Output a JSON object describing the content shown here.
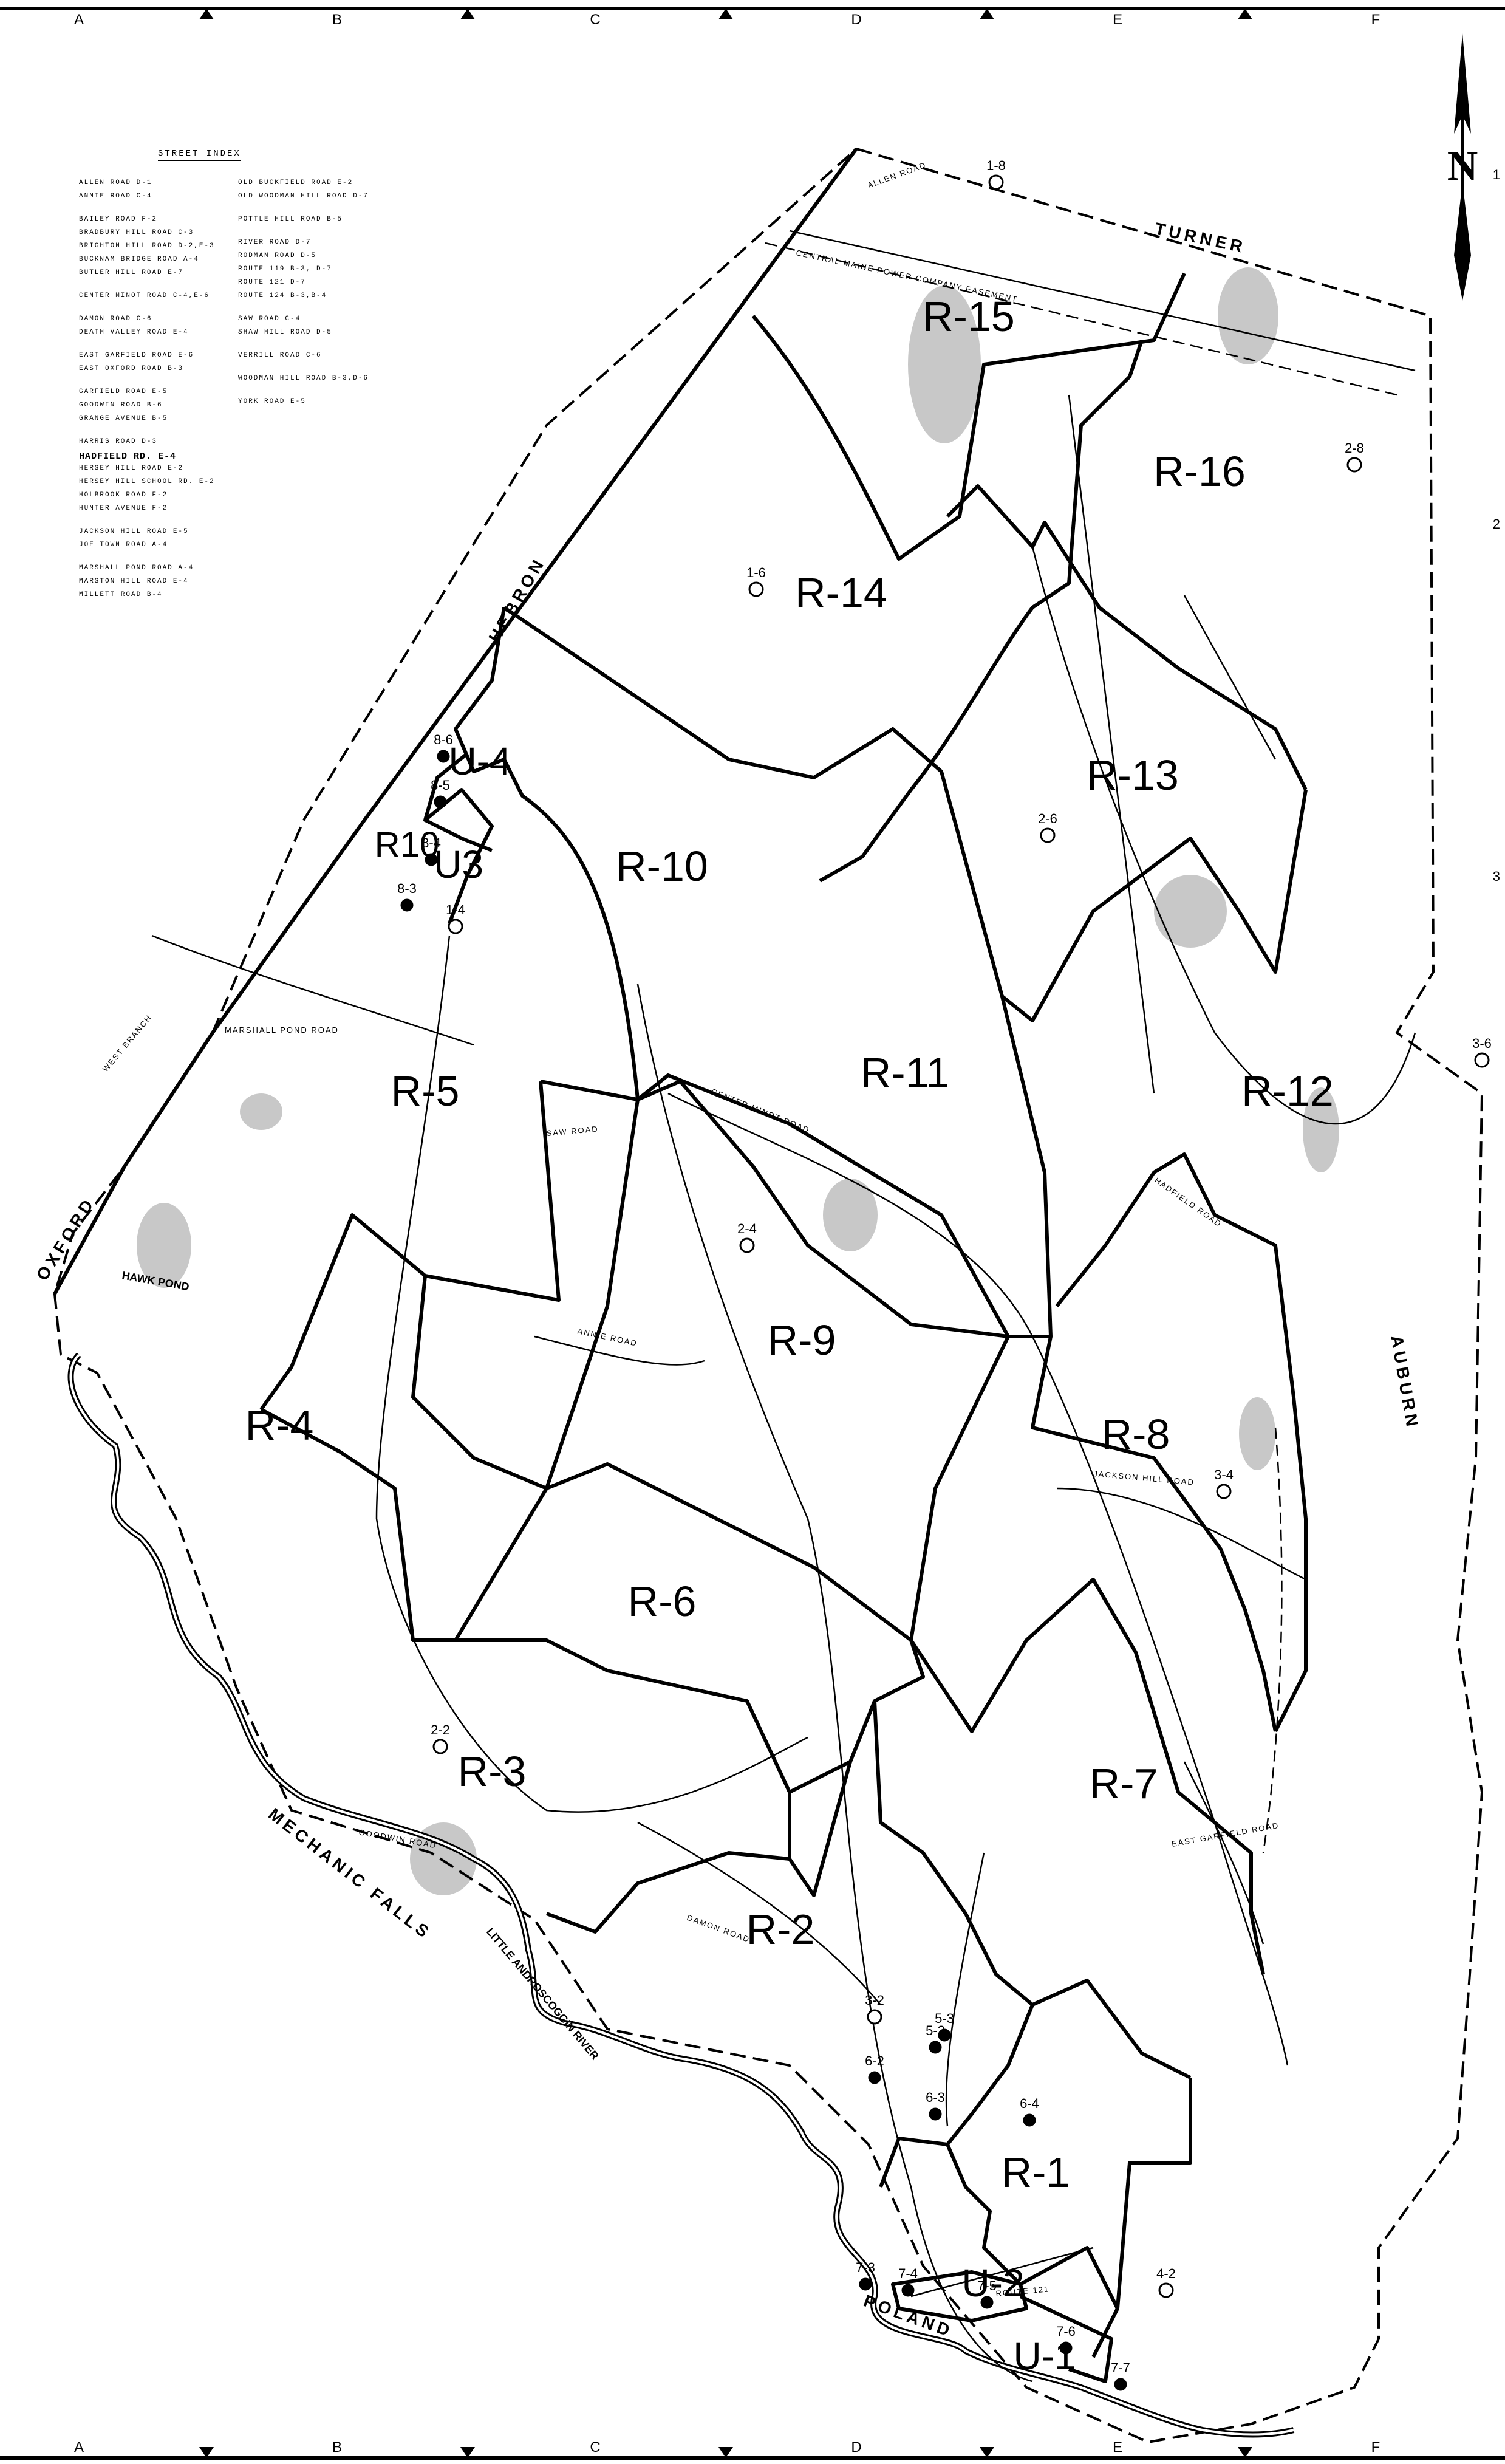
{
  "street_index": {
    "title": "STREET INDEX",
    "left_column": [
      "ALLEN ROAD D-1",
      "ANNIE ROAD C-4",
      "BAILEY ROAD F-2",
      "BRADBURY HILL ROAD C-3",
      "BRIGHTON HILL ROAD D-2,E-3",
      "BUCKNAM BRIDGE ROAD A-4",
      "BUTLER HILL ROAD E-7",
      "CENTER MINOT ROAD C-4,E-6",
      "DAMON ROAD C-6",
      "DEATH VALLEY ROAD E-4",
      "EAST GARFIELD ROAD E-6",
      "EAST OXFORD ROAD B-3",
      "GARFIELD ROAD E-5",
      "GOODWIN ROAD B-6",
      "GRANGE AVENUE B-5",
      "HARRIS ROAD D-3",
      "HADFIELD RD. E-4",
      "HERSEY HILL ROAD E-2",
      "HERSEY HILL SCHOOL RD. E-2",
      "HOLBROOK ROAD F-2",
      "HUNTER AVENUE F-2",
      "JACKSON HILL ROAD E-5",
      "JOE TOWN ROAD A-4",
      "MARSHALL POND ROAD A-4",
      "MARSTON HILL ROAD E-4",
      "MILLETT ROAD B-4"
    ],
    "right_column": [
      "OLD BUCKFIELD ROAD E-2",
      "OLD WOODMAN HILL ROAD D-7",
      "POTTLE HILL ROAD B-5",
      "RIVER ROAD D-7",
      "RODMAN ROAD D-5",
      "ROUTE 119 B-3, D-7",
      "ROUTE 121 D-7",
      "ROUTE 124 B-3,B-4",
      "SAW ROAD C-4",
      "SHAW HILL ROAD D-5",
      "VERRILL ROAD C-6",
      "WOODMAN HILL ROAD B-3,D-6",
      "YORK ROAD E-5"
    ]
  },
  "grid_columns": [
    "A",
    "B",
    "C",
    "D",
    "E",
    "F"
  ],
  "grid_rows": [
    "1",
    "2",
    "3"
  ],
  "north_label": "N",
  "towns": [
    "TURNER",
    "HEBRON",
    "OXFORD",
    "AUBURN",
    "POLAND",
    "MECHANIC FALLS"
  ],
  "features": [
    "HAWK POND",
    "LITTLE ANDROSCOGGIN RIVER"
  ],
  "districts": [
    "R-15",
    "R-16",
    "R-14",
    "R-13",
    "R-10",
    "R-11",
    "R-12",
    "R-5",
    "R-9",
    "R-4",
    "R-8",
    "R-6",
    "R-3",
    "R-7",
    "R-2",
    "R-1",
    "U-4",
    "U3",
    "R10",
    "U-2",
    "U-1"
  ],
  "markers_open": [
    "1-8",
    "1-6",
    "2-8",
    "2-6",
    "1-4",
    "3-6",
    "2-4",
    "3-4",
    "2-2",
    "3-2",
    "4-2"
  ],
  "markers_filled": [
    "8-6",
    "8-5",
    "8-4",
    "8-3",
    "5-2",
    "5-3",
    "6-2",
    "6-3",
    "6-4",
    "7-3",
    "7-4",
    "7-5",
    "7-6",
    "7-7"
  ],
  "road_labels": [
    "CENTRAL MAINE POWER COMPANY EASEMENT",
    "CENTER MINOT ROAD",
    "HADFIELD ROAD",
    "ANNIE ROAD",
    "SAW ROAD",
    "GOODWIN ROAD",
    "DAMON ROAD",
    "JACKSON HILL ROAD",
    "EAST GARFIELD ROAD",
    "MARSHALL POND ROAD",
    "WEST BRANCH",
    "ALLEN ROAD",
    "ROUTE 121"
  ],
  "colors": {
    "ink": "#000000",
    "paper": "#ffffff",
    "stipple": "#9a9a9a"
  }
}
